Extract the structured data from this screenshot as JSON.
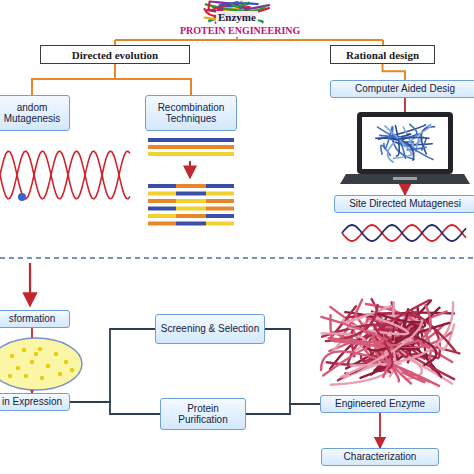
{
  "diagram": {
    "title": "PROTEIN ENGINEERING",
    "nodes": [
      {
        "text": [
          "Directed evolution"
        ]
      },
      {
        "text": [
          "Rational design"
        ]
      },
      {
        "text": [
          "andom Mutagenesis"
        ]
      },
      {
        "text": [
          "Recombination Techniques"
        ]
      },
      {
        "text": [
          "Computer Aided Desig"
        ]
      },
      {
        "text": [
          "Site Directed Mutagenesi"
        ]
      },
      {
        "text": [
          "sformation"
        ]
      },
      {
        "text": [
          "in Expression"
        ]
      },
      {
        "text": [
          "Screening & Selection"
        ]
      },
      {
        "text": [
          "Protein Purification"
        ]
      },
      {
        "text": [
          "Engineered Enzyme"
        ]
      },
      {
        "text": [
          "Characterization"
        ]
      }
    ],
    "edges": [
      {
        "from": 0,
        "to": 2,
        "arrow": "none"
      },
      {
        "from": 0,
        "to": 3,
        "arrow": "none"
      },
      {
        "from": 1,
        "to": 4,
        "arrow": "none"
      },
      {
        "from": 4,
        "to": 5,
        "arrow": "to"
      },
      {
        "from": 6,
        "to": 7,
        "arrow": "to"
      },
      {
        "from": 7,
        "to": 8,
        "arrow": "none"
      },
      {
        "from": 7,
        "to": 9,
        "arrow": "none"
      },
      {
        "from": 8,
        "to": 10,
        "arrow": "none"
      },
      {
        "from": 9,
        "to": 10,
        "arrow": "none"
      },
      {
        "from": 10,
        "to": 11,
        "arrow": "to"
      }
    ],
    "labels": [
      "Enzyme"
    ]
  }
}
